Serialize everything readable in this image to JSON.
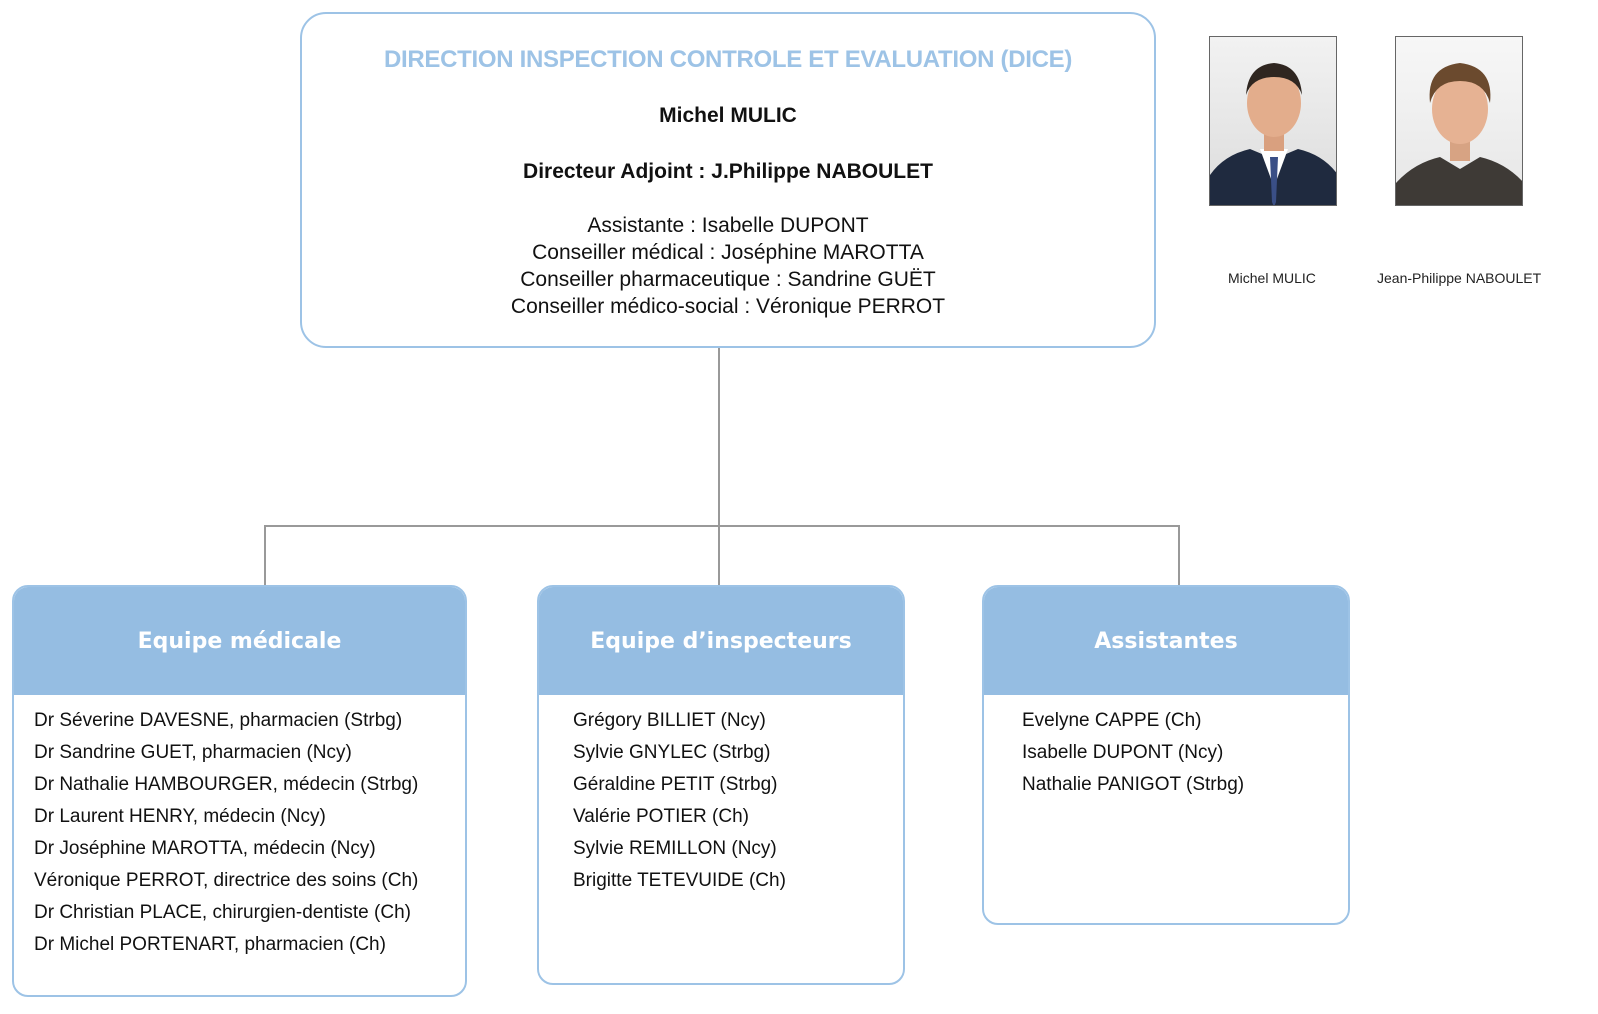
{
  "direction": {
    "title": "DIRECTION INSPECTION CONTROLE ET EVALUATION (DICE)",
    "director": "Michel MULIC",
    "deputy": "Directeur Adjoint : J.Philippe NABOULET",
    "staff": [
      "Assistante : Isabelle DUPONT",
      "Conseiller médical : Joséphine MAROTTA",
      "Conseiller pharmaceutique : Sandrine GUËT",
      "Conseiller médico-social : Véronique PERROT"
    ]
  },
  "photos": [
    {
      "caption": "Michel MULIC"
    },
    {
      "caption": "Jean-Philippe  NABOULET"
    }
  ],
  "teams": [
    {
      "title": "Equipe médicale",
      "members": [
        "Dr Séverine DAVESNE, pharmacien  (Strbg)",
        "Dr Sandrine GUET, pharmacien  (Ncy)",
        "Dr Nathalie HAMBOURGER, médecin  (Strbg)",
        "Dr Laurent HENRY, médecin  (Ncy)",
        "Dr Joséphine MAROTTA, médecin  (Ncy)",
        "Véronique PERROT, directrice des soins  (Ch)",
        "Dr Christian PLACE, chirurgien-dentiste  (Ch)",
        "Dr Michel PORTENART, pharmacien  (Ch)"
      ]
    },
    {
      "title": "Equipe d’inspecteurs",
      "members": [
        "Grégory BILLIET  (Ncy)",
        "Sylvie GNYLEC  (Strbg)",
        "Géraldine PETIT  (Strbg)",
        "Valérie POTIER  (Ch)",
        "Sylvie REMILLON  (Ncy)",
        "Brigitte TETEVUIDE  (Ch)"
      ]
    },
    {
      "title": "Assistantes",
      "members": [
        "Evelyne CAPPE  (Ch)",
        "Isabelle DUPONT (Ncy)",
        "Nathalie PANIGOT (Strbg)"
      ]
    }
  ],
  "colors": {
    "accent": "#9dc3e6",
    "team_header": "#95bde2",
    "connector": "#999999"
  }
}
